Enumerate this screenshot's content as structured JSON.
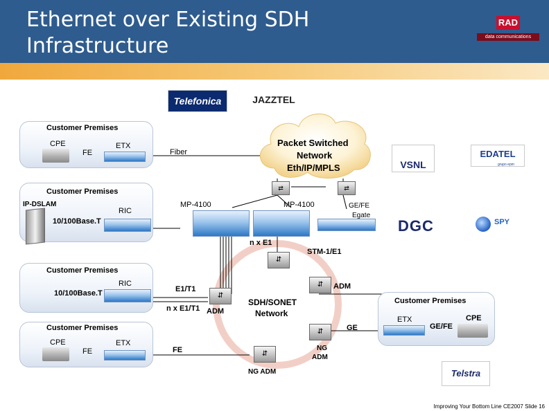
{
  "header": {
    "title_line1": "Ethernet over Existing SDH",
    "title_line2": "Infrastructure",
    "logo_text": "RAD",
    "logo_sub": "data communications",
    "bg_color": "#2f5c8e"
  },
  "logos": {
    "telefonica": "Telefonica",
    "jazztel": "JAZZTEL",
    "vsnl": "VSNL",
    "edatel": "EDATEL",
    "edatel_sub": "grupo epm",
    "dgc": "DGC",
    "spy": "SPY",
    "telstra": "Telstra"
  },
  "cloud": {
    "line1": "Packet Switched",
    "line2": "Network",
    "line3": "Eth/IP/MPLS"
  },
  "sites": {
    "site1": {
      "title": "Customer Premises",
      "cpe": "CPE",
      "fe": "FE",
      "etx": "ETX"
    },
    "site2": {
      "title": "Customer Premises",
      "dslam": "IP-DSLAM",
      "ric": "RIC",
      "base": "10/100Base.T"
    },
    "site3": {
      "title": "Customer Premises",
      "ric": "RIC",
      "base": "10/100Base.T"
    },
    "site4": {
      "title": "Customer Premises",
      "cpe": "CPE",
      "fe": "FE",
      "etx": "ETX"
    },
    "site5": {
      "title": "Customer Premises",
      "etx": "ETX",
      "gefe": "GE/FE",
      "cpe": "CPE"
    }
  },
  "labels": {
    "fiber": "Fiber",
    "mp1": "MP-4100",
    "mp2": "MP-4100",
    "gefe_top": "GE/FE",
    "egate": "Egate",
    "nxe1": "n x E1",
    "stm": "STM-1/E1",
    "adm_right": "ADM",
    "e1t1": "E1/T1",
    "nxe1t1": "n x E1/T1",
    "adm_left": "ADM",
    "sdh1": "SDH/SONET",
    "sdh2": "Network",
    "ge": "GE",
    "fe_bottom": "FE",
    "ng_adm_right1": "NG",
    "ng_adm_right2": "ADM",
    "ng_adm_bottom": "NG ADM"
  },
  "footer": "Improving Your Bottom Line CE2007 Slide 16"
}
